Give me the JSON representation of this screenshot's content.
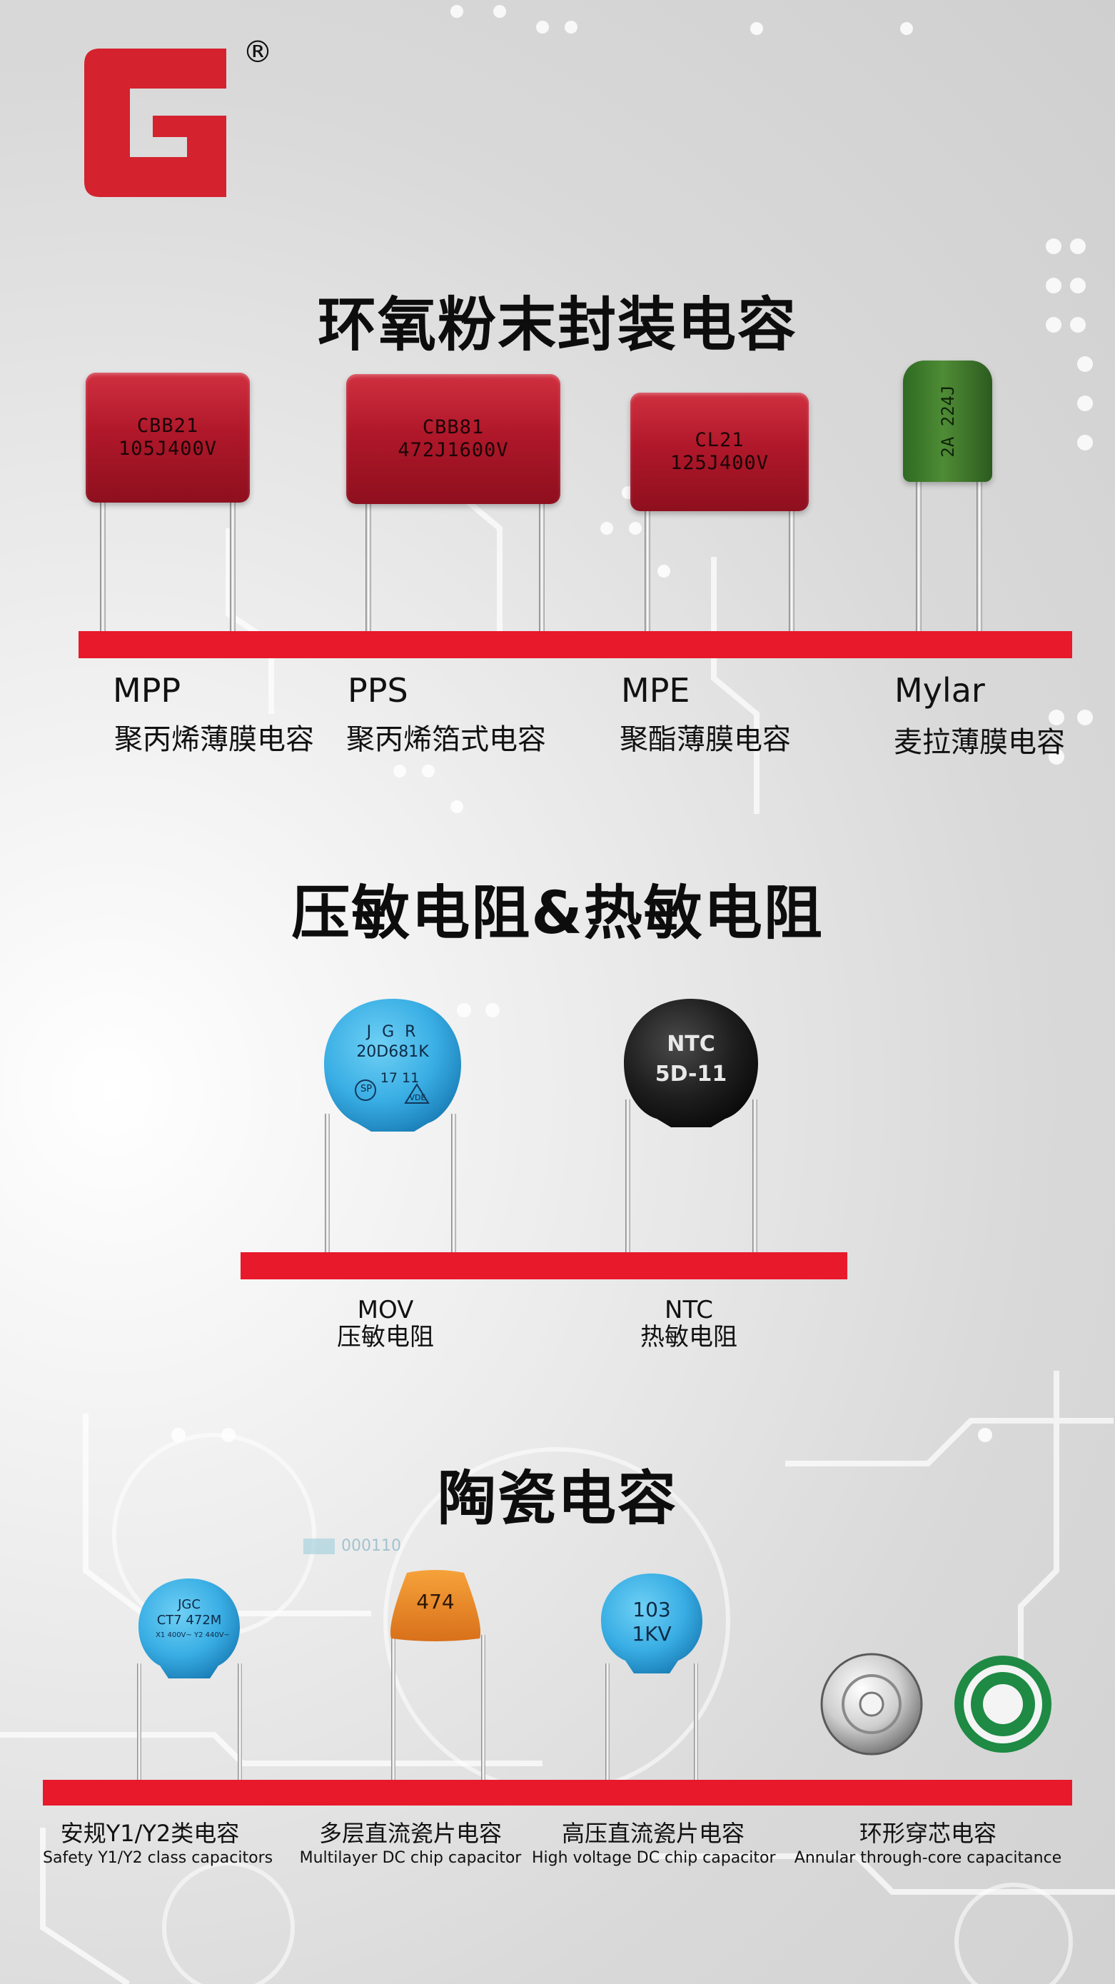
{
  "brand": {
    "registered_mark": "®",
    "logo_color": "#d4222f"
  },
  "colors": {
    "red_bar": "#e8192b",
    "box_cap_red": "#b0182a",
    "mylar_green": "#3e7a2c",
    "mov_blue": "#3fb0e6",
    "ntc_black": "#1b1b1b",
    "chip_orange": "#ee8a1f",
    "ring_green": "#1e8a44"
  },
  "section1": {
    "title": "环氧粉末封装电容",
    "products": [
      {
        "marking_line1": "CBB21",
        "marking_line2": "105J400V",
        "code": "MPP",
        "name": "聚丙烯薄膜电容"
      },
      {
        "marking_line1": "CBB81",
        "marking_line2": "472J1600V",
        "code": "PPS",
        "name": "聚丙烯箔式电容"
      },
      {
        "marking_line1": "CL21",
        "marking_line2": "125J400V",
        "code": "MPE",
        "name": "聚酯薄膜电容"
      },
      {
        "marking": "2A 224J",
        "code": "Mylar",
        "name": "麦拉薄膜电容"
      }
    ]
  },
  "section2": {
    "title": "压敏电阻&热敏电阻",
    "mov": {
      "mark_line1": "J G R",
      "mark_line2": "20D681K",
      "mark_line3": "17  11",
      "cert1": "SP",
      "cert2": "VDE",
      "code": "MOV",
      "name": "压敏电阻"
    },
    "ntc": {
      "mark_line1": "NTC",
      "mark_line2": "5D-11",
      "code": "NTC",
      "name": "热敏电阻"
    }
  },
  "section3": {
    "title": "陶瓷电容",
    "background_code": "000110",
    "products": [
      {
        "mark_line1": "JGC",
        "mark_line2": "CT7 472M",
        "mark_line3": "X1 400V~  Y2 440V~",
        "name_cn": "安规Y1/Y2类电容",
        "name_en": "Safety Y1/Y2 class capacitors"
      },
      {
        "mark_line1": "474",
        "name_cn": "多层直流瓷片电容",
        "name_en": "Multilayer DC chip capacitor"
      },
      {
        "mark_line1": "103",
        "mark_line2": "1KV",
        "name_cn": "高压直流瓷片电容",
        "name_en": "High voltage DC chip capacitor"
      },
      {
        "name_cn": "环形穿芯电容",
        "name_en": "Annular through-core capacitance"
      }
    ]
  }
}
